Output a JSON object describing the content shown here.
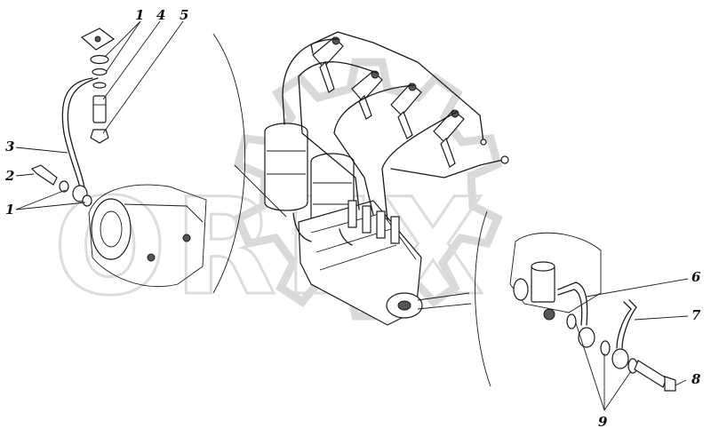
{
  "diagram": {
    "watermark": {
      "text": "OREX"
    },
    "callouts": {
      "c1_top": "1",
      "c4": "4",
      "c5": "5",
      "c3": "3",
      "c2": "2",
      "c1_bottom": "1",
      "c6": "6",
      "c7": "7",
      "c8": "8",
      "c9": "9"
    }
  }
}
